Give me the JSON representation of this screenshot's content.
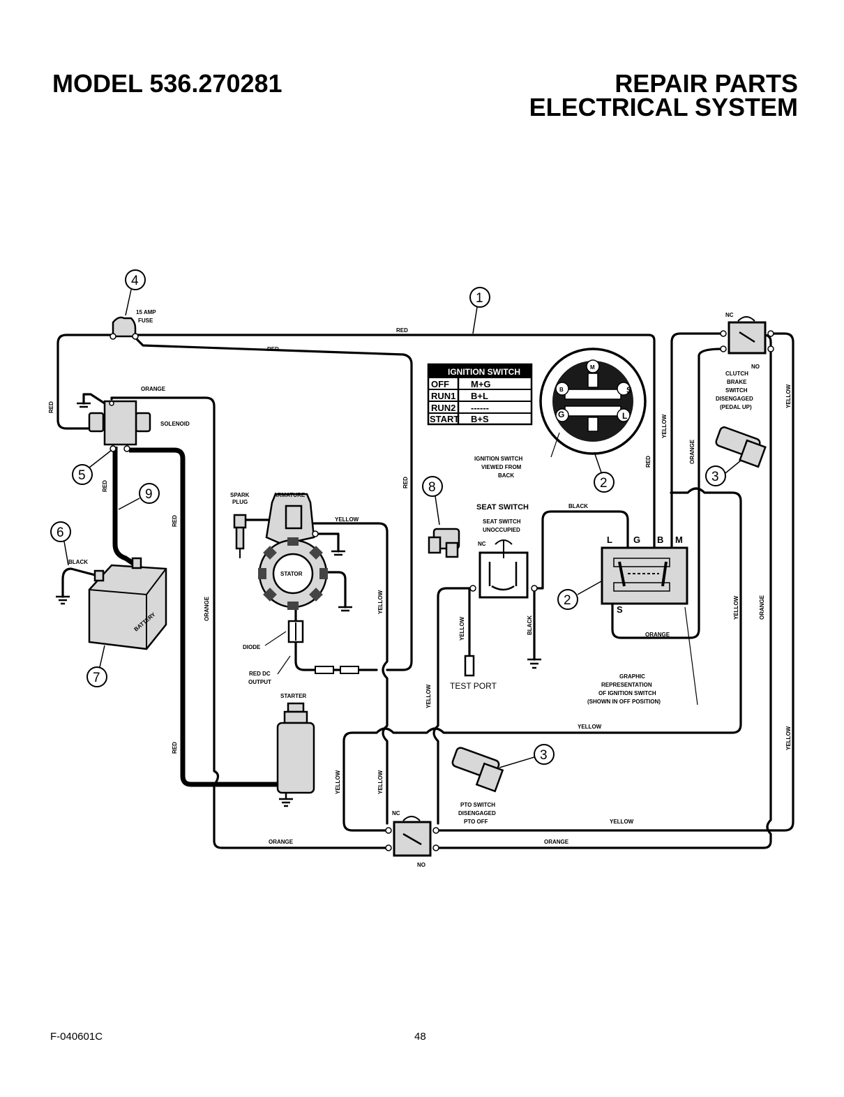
{
  "header": {
    "model": "MODEL 536.270281",
    "section_line1": "REPAIR PARTS",
    "section_line2": "ELECTRICAL SYSTEM"
  },
  "footer": {
    "form_code": "F-040601C",
    "page_number": "48"
  },
  "callouts": [
    "1",
    "2",
    "2",
    "3",
    "3",
    "4",
    "5",
    "6",
    "7",
    "8",
    "9"
  ],
  "wire_labels": {
    "red": "RED",
    "orange": "ORANGE",
    "yellow": "YELLOW",
    "black": "BLACK"
  },
  "component_labels": {
    "fuse_line1": "15 AMP",
    "fuse_line2": "FUSE",
    "solenoid": "SOLENOID",
    "spark_plug_line1": "SPARK",
    "spark_plug_line2": "PLUG",
    "armature": "ARMATURE",
    "stator": "STATOR",
    "diode": "DIODE",
    "red_dc_line1": "RED DC",
    "red_dc_line2": "OUTPUT",
    "starter": "STARTER",
    "battery": "BATTERY",
    "seat_switch": "SEAT SWITCH",
    "seat_switch_sub1": "SEAT SWITCH",
    "seat_switch_sub2": "UNOCCUPIED",
    "nc": "NC",
    "no": "NO",
    "test_port": "TEST PORT",
    "ignition_view_line1": "IGNITION SWITCH",
    "ignition_view_line2": "VIEWED FROM",
    "ignition_view_line3": "BACK",
    "clutch_line1": "CLUTCH",
    "clutch_line2": "BRAKE",
    "clutch_line3": "SWITCH",
    "clutch_line4": "DISENGAGED",
    "clutch_line5": "(PEDAL UP)",
    "pto_line1": "PTO SWITCH",
    "pto_line2": "DISENGAGED",
    "pto_line3": "PTO OFF",
    "graphic_line1": "GRAPHIC",
    "graphic_line2": "REPRESENTATION",
    "graphic_line3": "OF IGNITION SWITCH",
    "graphic_line4": "(SHOWN IN OFF POSITION)"
  },
  "ignition_table": {
    "title": "IGNITION SWITCH",
    "rows": [
      {
        "position": "OFF",
        "contacts": "M+G"
      },
      {
        "position": "RUN1",
        "contacts": "B+L"
      },
      {
        "position": "RUN2",
        "contacts": "------"
      },
      {
        "position": "START",
        "contacts": "B+S"
      }
    ]
  },
  "ignition_terminals": [
    "M",
    "B",
    "S",
    "G",
    "L"
  ],
  "ignition_graphic_terminals": [
    "L",
    "G",
    "B",
    "M",
    "S"
  ]
}
